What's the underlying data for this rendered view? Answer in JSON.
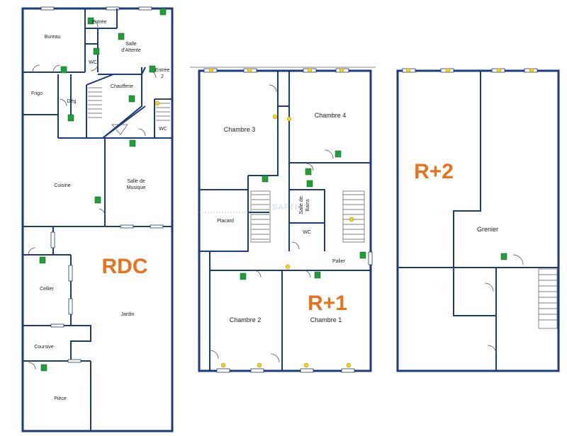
{
  "floors": [
    {
      "id": "rdc",
      "label": "RDC"
    },
    {
      "id": "r1",
      "label": "R+1"
    },
    {
      "id": "r2",
      "label": "R+2"
    }
  ],
  "rooms_rdc": {
    "entree": "Entrée",
    "bureau": "Bureau",
    "salle_attente_1": "Salle",
    "salle_attente_2": "d'Attente",
    "entree2_1": "Entrée",
    "entree2_2": "2",
    "wc": "WC",
    "frigo": "Frigo",
    "chaufferie": "Chaufferie",
    "deg": "Dég",
    "wc2": "WC",
    "cuisine": "Cuisine",
    "salle_musique_1": "Salle de",
    "salle_musique_2": "Musique",
    "cellier": "Cellier",
    "jardin": "Jardin",
    "coursive": "Coursive",
    "piece": "Pièce"
  },
  "rooms_r1": {
    "chambre3": "Chambre 3",
    "chambre4": "Chambre 4",
    "placard": "Placard",
    "salle_bains_1": "Salle de",
    "salle_bains_2": "Bains",
    "wc": "WC",
    "palier": "Palier",
    "chambre2": "Chambre 2",
    "chambre1": "Chambre 1"
  },
  "rooms_r2": {
    "grenier": "Grenier"
  },
  "watermark": "SAFTI"
}
